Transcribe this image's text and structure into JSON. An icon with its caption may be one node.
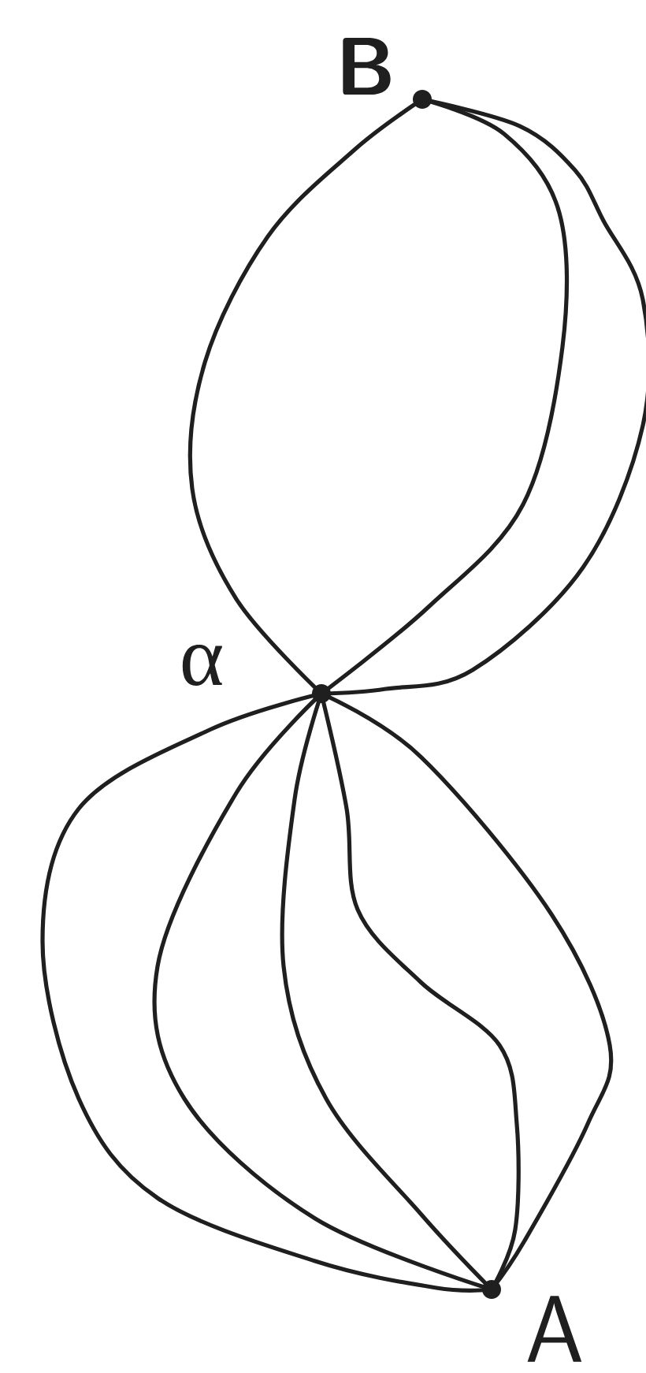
{
  "diagram": {
    "nodes": [
      {
        "text": [],
        "shape": "circle",
        "beside": [
          "B"
        ]
      },
      {
        "text": [],
        "shape": "circle",
        "beside": [
          "α"
        ]
      },
      {
        "text": [],
        "shape": "circle",
        "beside": [
          "A"
        ]
      }
    ],
    "edges": [
      {
        "from": 0,
        "to": 1,
        "arrow": "none"
      },
      {
        "from": 0,
        "to": 1,
        "arrow": "none"
      },
      {
        "from": 0,
        "to": 1,
        "arrow": "none"
      },
      {
        "from": 1,
        "to": 2,
        "arrow": "none"
      },
      {
        "from": 1,
        "to": 2,
        "arrow": "none"
      },
      {
        "from": 1,
        "to": 2,
        "arrow": "none"
      },
      {
        "from": 1,
        "to": 2,
        "arrow": "none"
      },
      {
        "from": 1,
        "to": 2,
        "arrow": "none"
      }
    ]
  }
}
